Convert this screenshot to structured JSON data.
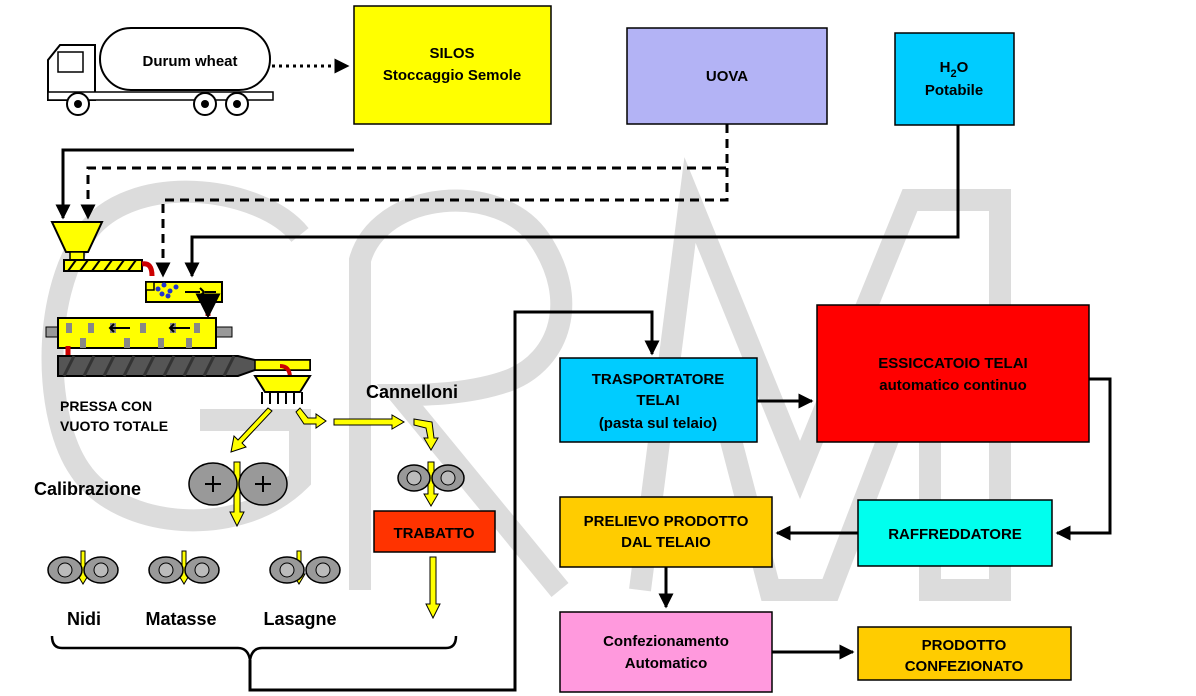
{
  "truck": {
    "label": "Durum wheat"
  },
  "silos": {
    "line1": "SILOS",
    "line2": "Stoccaggio Semole",
    "color": "#ffff00"
  },
  "uova": {
    "label": "UOVA",
    "color": "#b3b3f5"
  },
  "water": {
    "h": "H",
    "sub": "2",
    "o": "O",
    "line2": "Potabile",
    "color": "#00ccff"
  },
  "press": {
    "line1": "PRESSA CON",
    "line2": "VUOTO TOTALE"
  },
  "cannelloni": {
    "label": "Cannelloni"
  },
  "calibrazione": {
    "label": "Calibrazione"
  },
  "trabatto": {
    "label": "TRABATTO",
    "color": "#ff3300"
  },
  "products": {
    "nidi": "Nidi",
    "matasse": "Matasse",
    "lasagne": "Lasagne"
  },
  "trasportatore": {
    "line1": "TRASPORTATORE",
    "line2": "TELAI",
    "line3": "(pasta sul telaio)",
    "color": "#00ccff"
  },
  "essiccatoio": {
    "line1": "ESSICCATOIO  TELAI",
    "line2": "automatico continuo",
    "color": "#ff0000"
  },
  "raffreddatore": {
    "label": "RAFFREDDATORE",
    "color": "#00ffee"
  },
  "prelievo": {
    "line1": "PRELIEVO PRODOTTO",
    "line2": "DAL TELAIO",
    "color": "#ffcc00"
  },
  "confezionamento": {
    "line1": "Confezionamento",
    "line2": "Automatico",
    "color": "#ff99dd"
  },
  "prodotto": {
    "line1": "PRODOTTO",
    "line2": "CONFEZIONATO",
    "color": "#ffcc00"
  }
}
